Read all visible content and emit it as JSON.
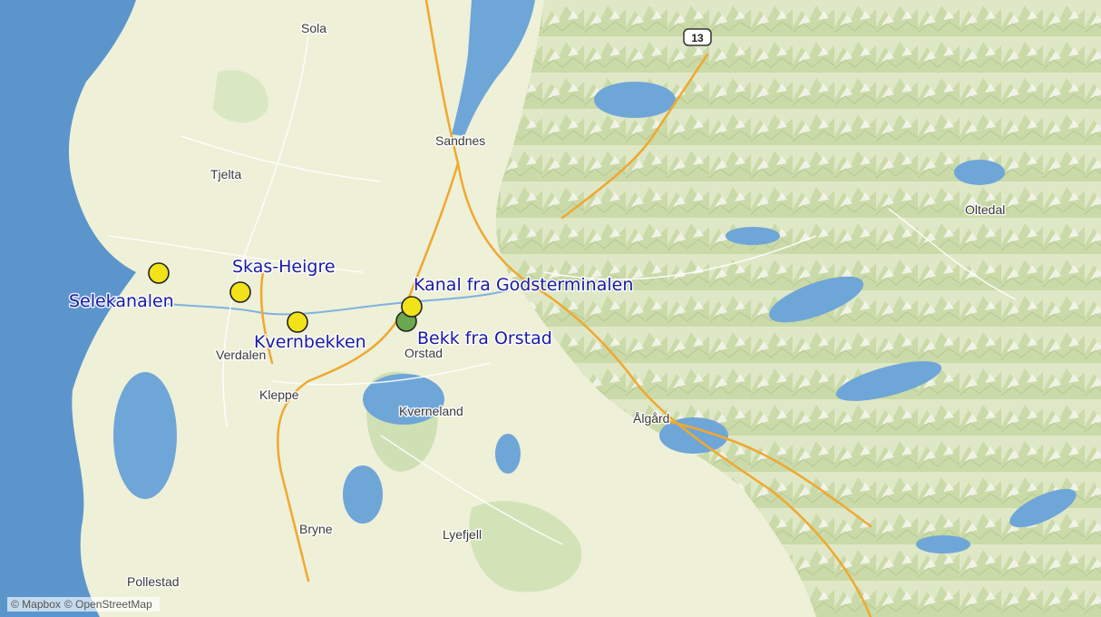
{
  "map": {
    "places": [
      {
        "name": "Sola"
      },
      {
        "name": "Sandnes"
      },
      {
        "name": "Tjelta"
      },
      {
        "name": "Verdalen"
      },
      {
        "name": "Orstad"
      },
      {
        "name": "Kleppe"
      },
      {
        "name": "Kverneland"
      },
      {
        "name": "Ålgård"
      },
      {
        "name": "Oltedal"
      },
      {
        "name": "Bryne"
      },
      {
        "name": "Lyefjell"
      },
      {
        "name": "Pollestad"
      }
    ],
    "road_shield": "13",
    "sites": [
      {
        "label": "Selekanalen",
        "color": "#f2e21a"
      },
      {
        "label": "Skas-Heigre",
        "color": "#f2e21a"
      },
      {
        "label": "Kvernbekken",
        "color": "#f2e21a"
      },
      {
        "label": "Kanal fra Godsterminalen",
        "color": "#f2e21a"
      },
      {
        "label": "Bekk fra Orstad",
        "color": "#6aa84f"
      }
    ],
    "colors": {
      "sea": "#5b95cc",
      "lake": "#6fa6d8",
      "land": "#eef0d8",
      "forest": "#cfe0b4",
      "road": "#f0a830",
      "site_label": "#1a1aa8"
    }
  },
  "attribution": {
    "mapbox": "© Mapbox",
    "osm": "© OpenStreetMap"
  }
}
